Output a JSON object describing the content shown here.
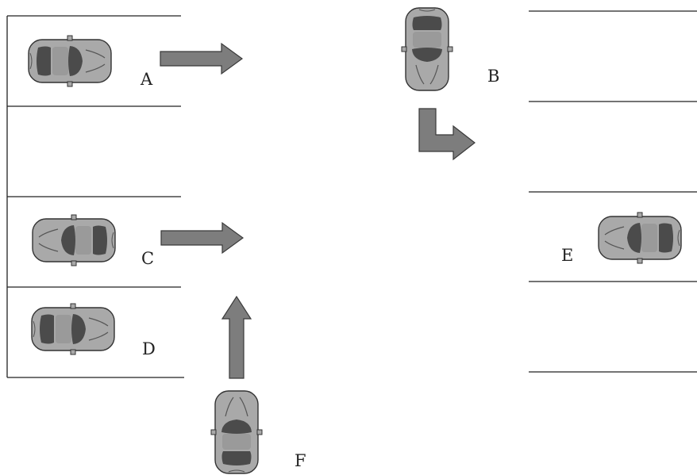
{
  "colors": {
    "line": "#222222",
    "car_body": "#a9a9a9",
    "car_glass": "#4b4b4b",
    "arrow_fill": "#7d7d7d",
    "arrow_stroke": "#3a3a3a"
  },
  "cars": [
    {
      "id": "A",
      "label": "A",
      "facing": "right"
    },
    {
      "id": "B",
      "label": "B",
      "facing": "down"
    },
    {
      "id": "C",
      "label": "C",
      "facing": "left"
    },
    {
      "id": "D",
      "label": "D",
      "facing": "right"
    },
    {
      "id": "E",
      "label": "E",
      "facing": "left"
    },
    {
      "id": "F",
      "label": "F",
      "facing": "up"
    }
  ],
  "arrows": [
    {
      "id": "arrow-a",
      "direction": "right"
    },
    {
      "id": "arrow-b",
      "direction": "down-then-right"
    },
    {
      "id": "arrow-c",
      "direction": "right"
    },
    {
      "id": "arrow-f",
      "direction": "up"
    }
  ]
}
